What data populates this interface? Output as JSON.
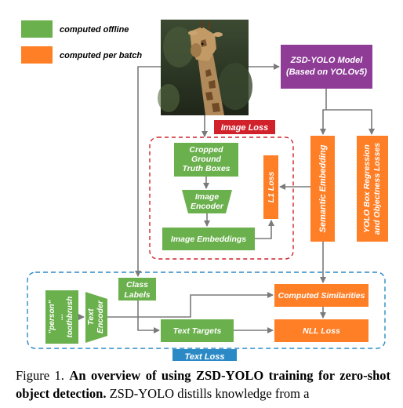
{
  "legend": {
    "offline": {
      "label": "computed offline",
      "color": "#6ab04c"
    },
    "per_batch": {
      "label": "computed per batch",
      "color": "#ff7f27"
    }
  },
  "colors": {
    "green": "#6ab04c",
    "orange": "#ff7f27",
    "purple": "#8e3c96",
    "red_dashed": "#d1212b",
    "blue_dashed": "#2b8ac6",
    "arrow": "#7a7a7a"
  },
  "image": {
    "subject": "giraffe photo"
  },
  "model": {
    "line1": "ZSD-YOLO Model",
    "line2": "(Based on YOLOv5)"
  },
  "image_loss": {
    "label": "Image Loss",
    "cropped_boxes": [
      "Cropped",
      "Ground",
      "Truth Boxes"
    ],
    "image_encoder": [
      "Image",
      "Encoder"
    ],
    "image_embeddings": "Image Embeddings",
    "l1_loss": "L1 Loss"
  },
  "semantic_embedding": "Semantic Embedding",
  "yolo_box": [
    "YOLO Box Regression",
    "and Objectness Losses"
  ],
  "text_loss": {
    "label": "Text Loss",
    "class_labels": [
      "Class",
      "Labels"
    ],
    "words": [
      "\"person\"",
      "...",
      "toothbrush"
    ],
    "text_encoder": [
      "Text",
      "Encoder"
    ],
    "computed_similarities": "Computed Similarities",
    "text_targets": "Text Targets",
    "nll_loss": "NLL Loss"
  },
  "caption": {
    "prefix": "Figure 1.",
    "bold": "An overview of using ZSD-YOLO training for zero-shot object detection.",
    "rest": "ZSD-YOLO distills knowledge from a"
  }
}
